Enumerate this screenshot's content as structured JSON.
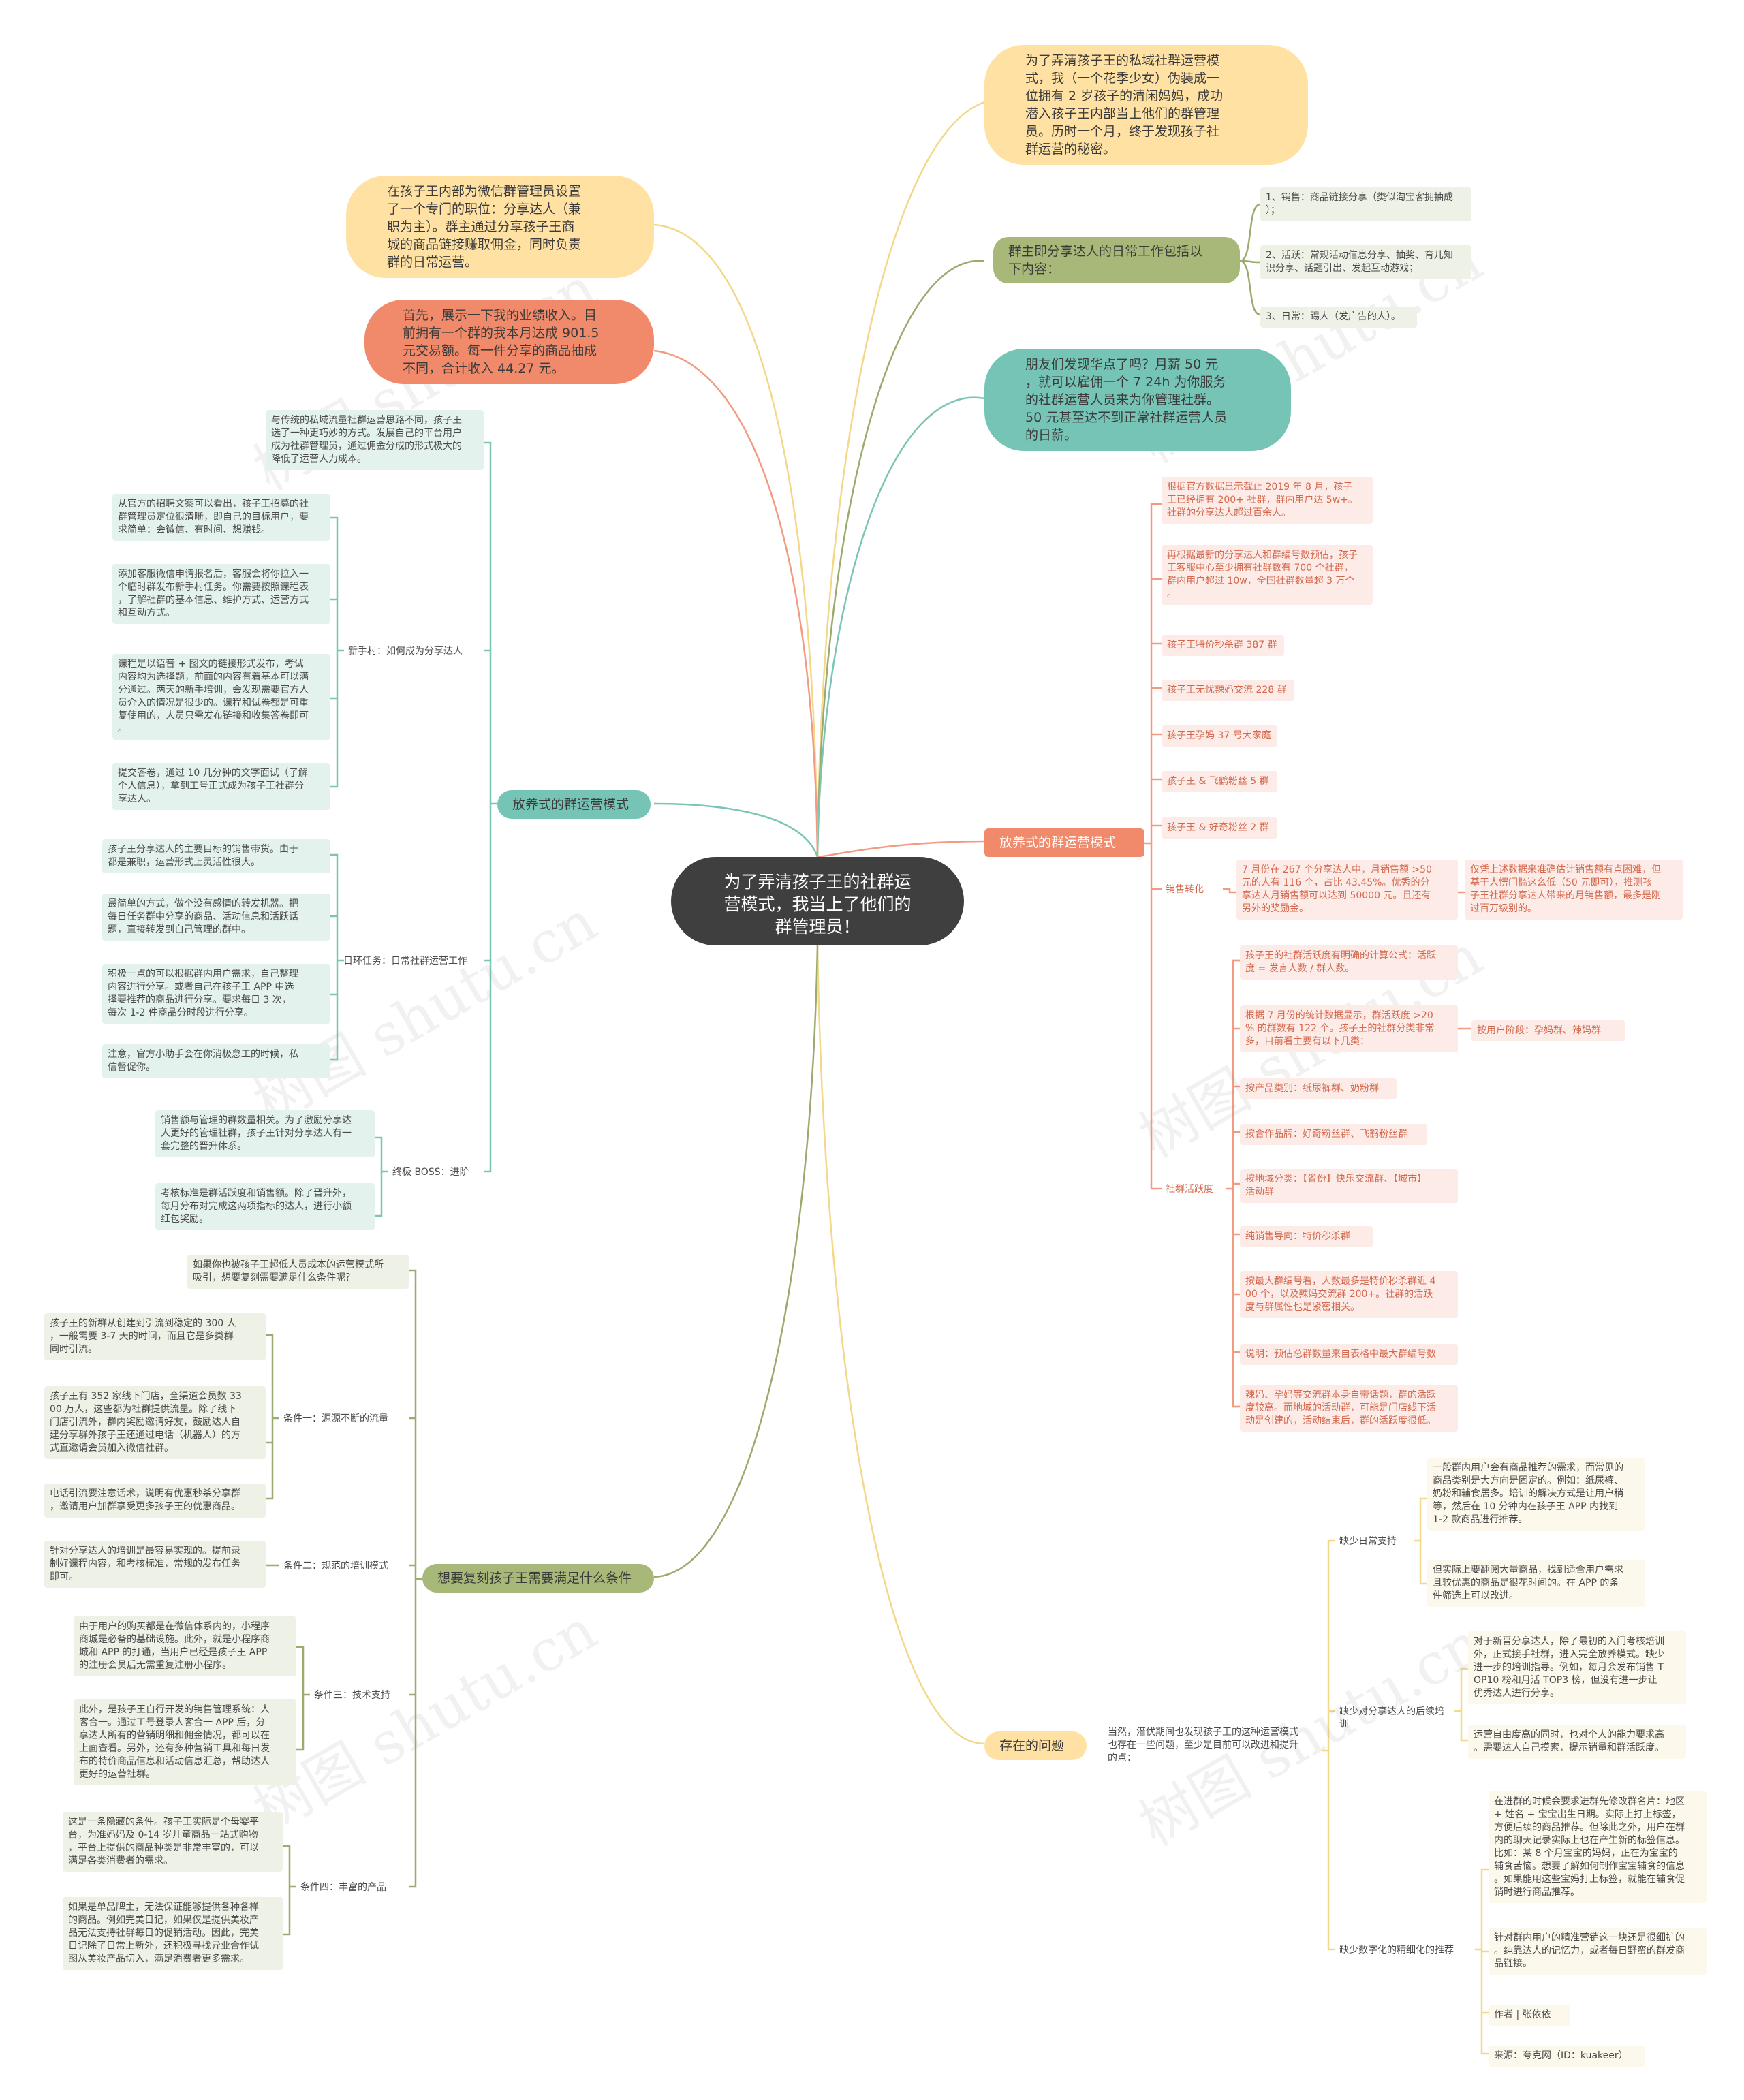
{
  "colors": {
    "root": "#3f3f3f",
    "olive": "#a8b879",
    "teal": "#76c4b5",
    "orange": "#f08a6a",
    "yellow": "#ffe1a3",
    "line_yellow": "#f3d88a",
    "line_olive": "#9aab6e",
    "line_teal": "#7cc4b6",
    "line_orange": "#f29b80"
  },
  "root": "为了弄清孩子王的社群运\n营模式，我当上了他们的\n群管理员！",
  "top_right": {
    "intro": "为了弄清孩子王的私域社群运营模\n式，我（一个花季少女）伪装成一\n位拥有 2 岁孩子的清闲妈妈，成功\n潜入孩子王内部当上他们的群管理\n员。历时一个月，终于发现孩子社\n群运营的秘密。"
  },
  "daily": {
    "title": "群主即分享达人的日常工作包括以\n下内容：",
    "items": [
      "1、销售：商品链接分享（类似淘宝客拥抽成\n）；",
      "2、活跃：常规活动信息分享、抽奖、育儿知\n识分享、话题引出、发起互动游戏；",
      "3、日常：踢人（发广告的人）。"
    ]
  },
  "salary": "朋友们发现华点了吗？月薪 50 元\n，就可以雇佣一个 7 24h 为你服务\n的社群运营人员来为你管理社群。\n50 元甚至达不到正常社群运营人员\n的日薪。",
  "left_top": {
    "job": "在孩子王内部为微信群管理员设置\n了一个专门的职位：分享达人（兼\n职为主）。群主通过分享孩子王商\n城的商品链接赚取佣金，同时负责\n群的日常运营。",
    "income": "首先，展示一下我的业绩收入。目\n前拥有一个群的我本月达成 901.5\n元交易额。每一件分享的商品抽成\n不同，合计收入 44.27 元。"
  },
  "left_model": {
    "title": "放养式的群运营模式",
    "intro": "与传统的私域流量社群运营思路不同，孩子王\n选了一种更巧妙的方式。发展自己的平台用户\n成为社群管理员，通过佣金分成的形式极大的\n降低了运营人力成本。",
    "newbie": {
      "label": "新手村：如何成为分享达人",
      "items": [
        "从官方的招聘文案可以看出，孩子王招募的社\n群管理员定位很清晰，即自己的目标用户，要\n求简单：会微信、有时间、想赚钱。",
        "添加客服微信申请报名后，客服会将你拉入一\n个临时群发布新手村任务。你需要按照课程表\n，了解社群的基本信息、维护方式、运营方式\n和互动方式。",
        "课程是以语音 + 图文的链接形式发布，考试\n内容均为选择题，前面的内容有着基本可以满\n分通过。两天的新手培训，会发现需要官方人\n员介入的情况是很少的。课程和试卷都是可重\n复使用的，人员只需发布链接和收集答卷即可\n。",
        "提交答卷，通过 10 几分钟的文字面试（了解\n个人信息），拿到工号正式成为孩子王社群分\n享达人。"
      ]
    },
    "daily_task": {
      "label": "日环任务：日常社群运营工作",
      "items": [
        "孩子王分享达人的主要目标的销售带货。由于\n都是兼职，运营形式上灵活性很大。",
        "最简单的方式，做个没有感情的转发机器。把\n每日任务群中分享的商品、活动信息和活跃话\n题，直接转发到自己管理的群中。",
        "积极一点的可以根据群内用户需求，自己整理\n内容进行分享。或者自己在孩子王 APP 中选\n择要推荐的商品进行分享。要求每日 3 次，\n每次 1-2 件商品分时段进行分享。",
        "注意，官方小助手会在你消极怠工的时候，私\n信督促你。"
      ]
    },
    "boss": {
      "label": "终极 BOSS：进阶",
      "items": [
        "销售额与管理的群数量相关。为了激励分享达\n人更好的管理社群，孩子王针对分享达人有一\n套完整的晋升体系。",
        "考核标准是群活跃度和销售额。除了晋升外，\n每月分布对完成这两项指标的达人，进行小额\n红包奖励。"
      ]
    }
  },
  "replicate": {
    "title": "想要复刻孩子王需要满足什么条件",
    "intro": "如果你也被孩子王超低人员成本的运营模式所\n吸引，想要复刻需要满足什么条件呢？",
    "c1": {
      "label": "条件一：源源不断的流量",
      "items": [
        "孩子王的新群从创建到引流到稳定的 300 人\n，一般需要 3-7 天的时间，而且它是多类群\n同时引流。",
        "孩子王有 352 家线下门店，全渠道会员数 33\n00 万人，这些都为社群提供流量。除了线下\n门店引流外，群内奖励邀请好友，鼓励达人自\n建分享群外孩子王还通过电话（机器人）的方\n式直邀请会员加入微信社群。",
        "电话引流要注意话术，说明有优惠秒杀分享群\n，邀请用户加群享受更多孩子王的优惠商品。"
      ]
    },
    "c2": {
      "label": "条件二：规范的培训模式",
      "items": [
        "针对分享达人的培训是最容易实现的。提前录\n制好课程内容，和考核标准，常规的发布任务\n即可。"
      ]
    },
    "c3": {
      "label": "条件三：技术支持",
      "items": [
        "由于用户的购买都是在微信体系内的，小程序\n商城是必备的基础设施。此外，就是小程序商\n城和 APP 的打通，当用户已经是孩子王 APP\n 的注册会员后无需重复注册小程序。",
        "此外，是孩子王自行开发的销售管理系统：人\n客合一。通过工号登录人客合一 APP 后，分\n享达人所有的营销明细和佣金情况，都可以在\n上面查看。另外，还有多种营销工具和每日发\n布的特价商品信息和活动信息汇总，帮助达人\n更好的运营社群。"
      ]
    },
    "c4": {
      "label": "条件四：丰富的产品",
      "items": [
        "这是一条隐藏的条件。孩子王实际是个母婴平\n台，为准妈妈及 0-14 岁儿童商品一站式购物\n，平台上提供的商品种类是非常丰富的，可以\n满足各类消费者的需求。",
        "如果是单品牌主，无法保证能够提供各种各样\n的商品。例如完美日记，如果仅是提供美妆产\n品无法支持社群每日的促销活动。因此，完美\n日记除了日常上新外，还积极寻找异业合作试\n图从美妆产品切入，满足消费者更多需求。"
      ]
    }
  },
  "right_model": {
    "title": "放养式的群运营模式",
    "official": "根据官方数据显示截止 2019 年 8 月，孩子\n王已经拥有 200+ 社群，群内用户达 5w+。\n社群的分享达人超过百余人。",
    "estimate": "再根据最新的分享达人和群编号数预估，孩子\n王客服中心至少拥有社群数有 700 个社群，\n群内用户超过 10w，全国社群数量超 3 万个\n。",
    "groups": [
      "孩子王特价秒杀群 387 群",
      "孩子王无忧辣妈交流 228 群",
      "孩子王孕妈 37 号大家庭",
      "孩子王 & 飞鹤粉丝 5 群",
      "孩子王 & 好奇粉丝 2 群"
    ],
    "conversion": {
      "label": "销售转化",
      "text": "7 月份在 267 个分享达人中，月销售额 >50\n元的人有 116 个，占比 43.45%。优秀的分\n享达人月销售额可以达到 50000 元。且还有\n另外的奖励金。",
      "note": "仅凭上述数据来准确估计销售额有点困难，但\n基于人愣门槛这么低（50 元即可），推测孩\n子王社群分享达人带来的月销售额，最多是刚\n过百万级别的。"
    },
    "activity": {
      "label": "社群活跃度",
      "items": [
        "孩子王的社群活跃度有明确的计算公式：活跃\n度 = 发言人数 / 群人数。",
        "根据 7 月份的统计数据显示，群活跃度 >20\n% 的群数有 122 个。孩子王的社群分类非常\n多，目前看主要有以下几类：",
        "按产品类别：纸尿裤群、奶粉群",
        "按合作品牌：好奇粉丝群、飞鹤粉丝群",
        "按地域分类：【省份】快乐交流群、【城市】\n活动群",
        "纯销售导向：特价秒杀群",
        "按最大群编号看，人数最多是特价秒杀群近 4\n00 个，以及辣妈交流群 200+。社群的活跃\n度与群属性也是紧密相关。",
        "说明：预估总群数量来自表格中最大群编号数",
        "辣妈、孕妈等交流群本身自带话题，群的活跃\n度较高。而地域的活动群，可能是门店线下活\n动是创建的，活动结束后，群的活跃度很低。"
      ],
      "stage": "按用户阶段：孕妈群、辣妈群"
    }
  },
  "problems": {
    "title": "存在的问题",
    "intro": "当然，潜伏期间也发现孩子王的这种运营模式\n也存在一些问题，至少是目前可以改进和提升\n的点：",
    "p1": {
      "label": "缺少日常支持",
      "items": [
        "一般群内用户会有商品推荐的需求，而常见的\n商品类别是大方向是固定的。例如：纸尿裤、\n奶粉和辅食居多。培训的解决方式是让用户稍\n等，然后在 10 分钟内在孩子王 APP 内找到\n1-2 款商品进行推荐。",
        "但实际上要翻阅大量商品，找到适合用户需求\n且较优惠的商品是很花时间的。在 APP 的条\n件筛选上可以改进。"
      ]
    },
    "p2": {
      "label": "缺少对分享达人的后续培训",
      "items": [
        "对于新晋分享达人，除了最初的入门考核培训\n外，正式接手社群，进入完全放养模式。缺少\n进一步的培训指导。例如，每月会发布销售 T\nOP10 榜和月活 TOP3 榜，但没有进一步让\n优秀达人进行分享。",
        "运营自由度高的同时，也对个人的能力要求高\n。需要达人自己摸索，提示销量和群活跃度。"
      ]
    },
    "p3": {
      "label": "缺少数字化的精细化的推荐",
      "items": [
        "在进群的时候会要求进群先修改群名片：地区\n + 姓名 + 宝宝出生日期。实际上打上标签，\n方便后续的商品推荐。但除此之外，用户在群\n内的聊天记录实际上也在产生新的标签信息。\n比如：某 8 个月宝宝的妈妈，正在为宝宝的\n辅食苦恼。想要了解如何制作宝宝辅食的信息\n。如果能用这些宝妈打上标签，就能在辅食促\n销时进行商品推荐。",
        "针对群内用户的精准营销这一块还是很细扩的\n。纯靠达人的记忆力，或者每日野蛮的群发商\n品链接。",
        "作者 | 张依依",
        "来源：夸克网（ID：kuakeer）"
      ]
    }
  },
  "watermark": "树图 shutu.cn"
}
